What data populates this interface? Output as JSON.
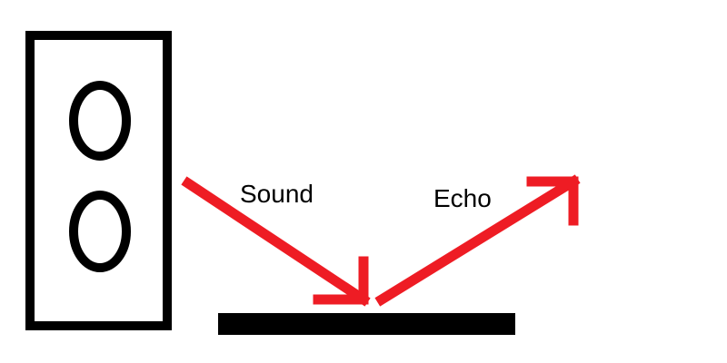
{
  "diagram": {
    "labels": {
      "incident": "Sound",
      "reflected": "Echo"
    },
    "colors": {
      "arrow": "#ee1c24",
      "outline": "#000000",
      "background": "#ffffff"
    },
    "parts": [
      "speaker",
      "speaker-cone-upper",
      "speaker-cone-lower",
      "reflecting-surface",
      "sound-arrow",
      "echo-arrow"
    ]
  }
}
